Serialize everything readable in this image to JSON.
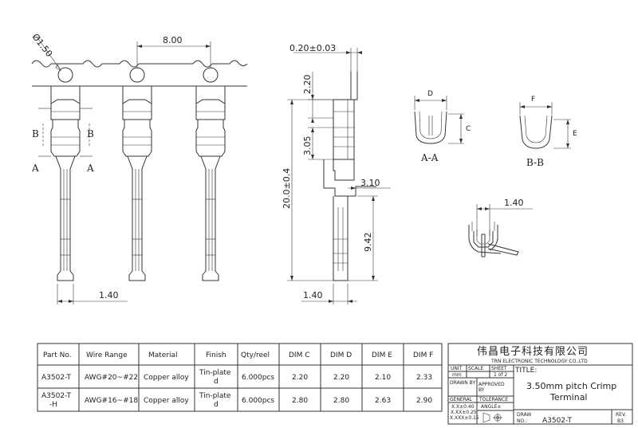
{
  "dimensions": {
    "hole_dia": "Ø1.50",
    "pitch": "8.00",
    "thickness": "0.20±0.03",
    "d_220": "2.20",
    "d_305": "3.05",
    "total_length": "20.0±0.4",
    "d_310": "3.10",
    "d_942": "9.42",
    "d_140_front": "1.40",
    "d_140_side": "1.40",
    "d_140_detail": "1.40"
  },
  "section_labels": {
    "b_left": "B",
    "b_right": "B",
    "a_left": "A",
    "a_right": "A",
    "aa": "A-A",
    "bb": "B-B",
    "c": "C",
    "d": "D",
    "e": "E",
    "f": "F"
  },
  "table": {
    "headers": [
      "Part No.",
      "Wire Range",
      "Material",
      "Finish",
      "Qty/reel",
      "DIM C",
      "DIM D",
      "DIM E",
      "DIM F"
    ],
    "rows": [
      {
        "part": "A3502-T",
        "part2": "",
        "wire": "AWG#20~#22",
        "material": "Copper alloy",
        "finish1": "Tin-plate",
        "finish2": "d",
        "qty": "6.000pcs",
        "c": "2.20",
        "d": "2.20",
        "e": "2.10",
        "f": "2.33"
      },
      {
        "part": "A3502-T",
        "part2": "-H",
        "wire": "AWG#16~#18",
        "material": "Copper alloy",
        "finish1": "Tin-plate",
        "finish2": "d",
        "qty": "6.000pcs",
        "c": "2.80",
        "d": "2.80",
        "e": "2.63",
        "f": "2.90"
      }
    ]
  },
  "title_block": {
    "company_cn": "伟昌电子科技有限公司",
    "company_en": "TRN ELECTRONIC TECHNOLOGY CO.,LTD",
    "unit": "UNIT",
    "unit_val": "mm",
    "scale": "SCALE",
    "sheet": "SHEET",
    "sheet_val": "1 of 2",
    "title_label": "TITLE:",
    "title_line1": "3.50mm pitch Crimp",
    "title_line2": "Terminal",
    "drawn_by": "DRAWN BY",
    "approved": "APPROVED",
    "approved2": "BY",
    "general": "GENERAL",
    "tolerance": "TOLERANCE",
    "tol1": "X.X±0.40",
    "tol2": "X.XX±0.25",
    "tol3": "X.XXX±0.15",
    "angle": "ANGLE±",
    "draw": "DRAW",
    "no": "NO.:",
    "draw_no": "A3502-T",
    "rev": "REV.",
    "rev_val": "B3"
  }
}
